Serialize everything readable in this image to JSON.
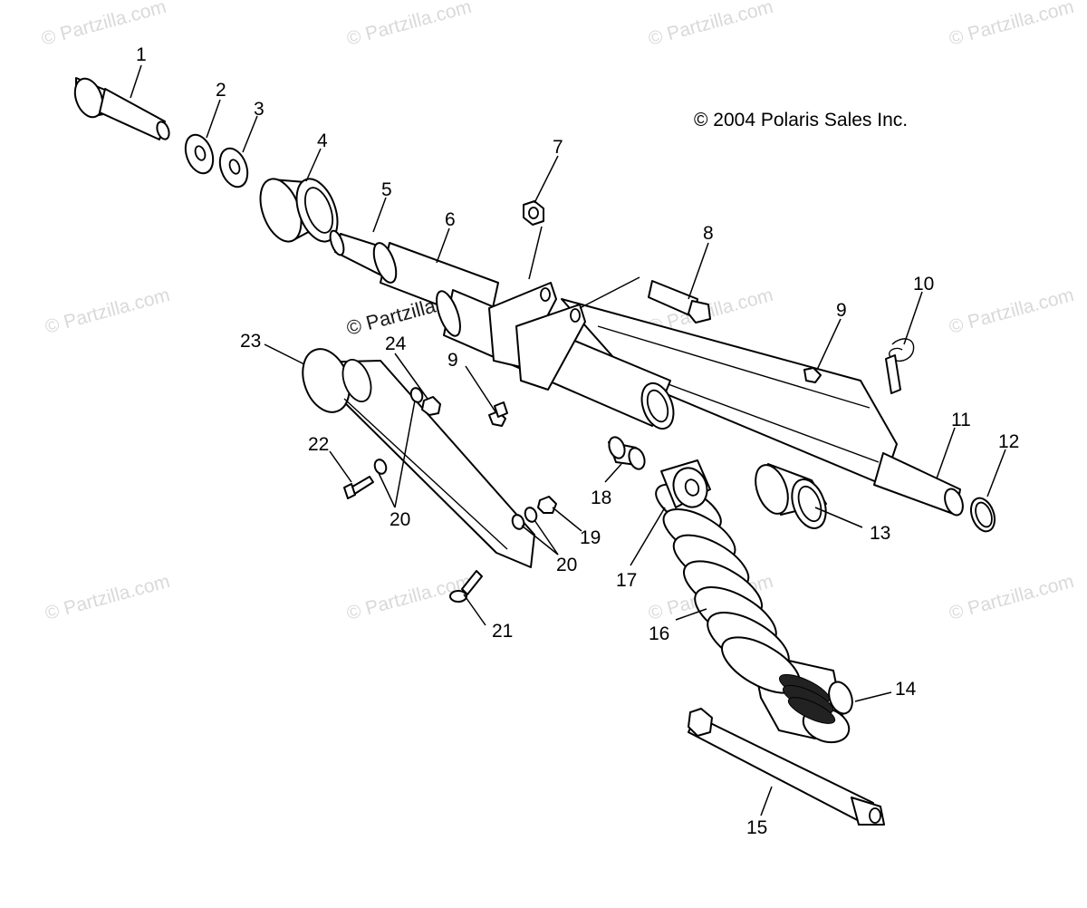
{
  "copyright": "© 2004 Polaris Sales Inc.",
  "watermark": "© Partzilla.com",
  "callouts": [
    "1",
    "2",
    "3",
    "4",
    "5",
    "6",
    "7",
    "8",
    "9",
    "10",
    "11",
    "12",
    "13",
    "14",
    "15",
    "16",
    "17",
    "18",
    "19",
    "20",
    "21",
    "22",
    "23",
    "24",
    "9",
    "20",
    "20"
  ]
}
